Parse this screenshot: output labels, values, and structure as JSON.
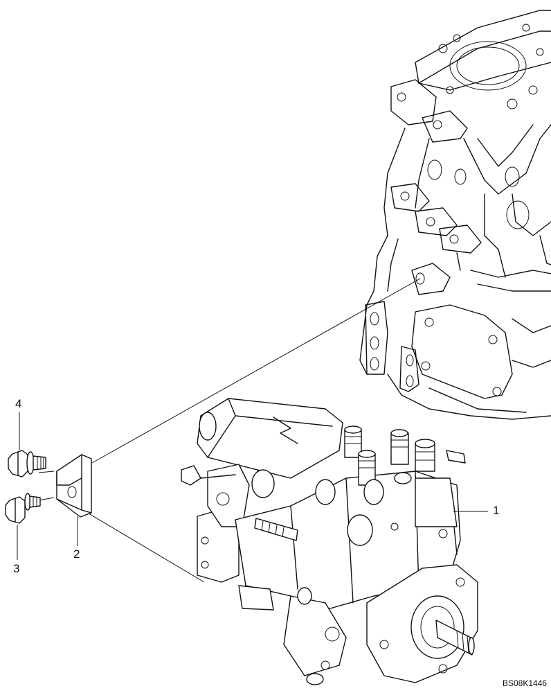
{
  "callouts": {
    "part1": "1",
    "part2": "2",
    "part3": "3",
    "part4": "4"
  },
  "drawing_code": "BS08K1446"
}
